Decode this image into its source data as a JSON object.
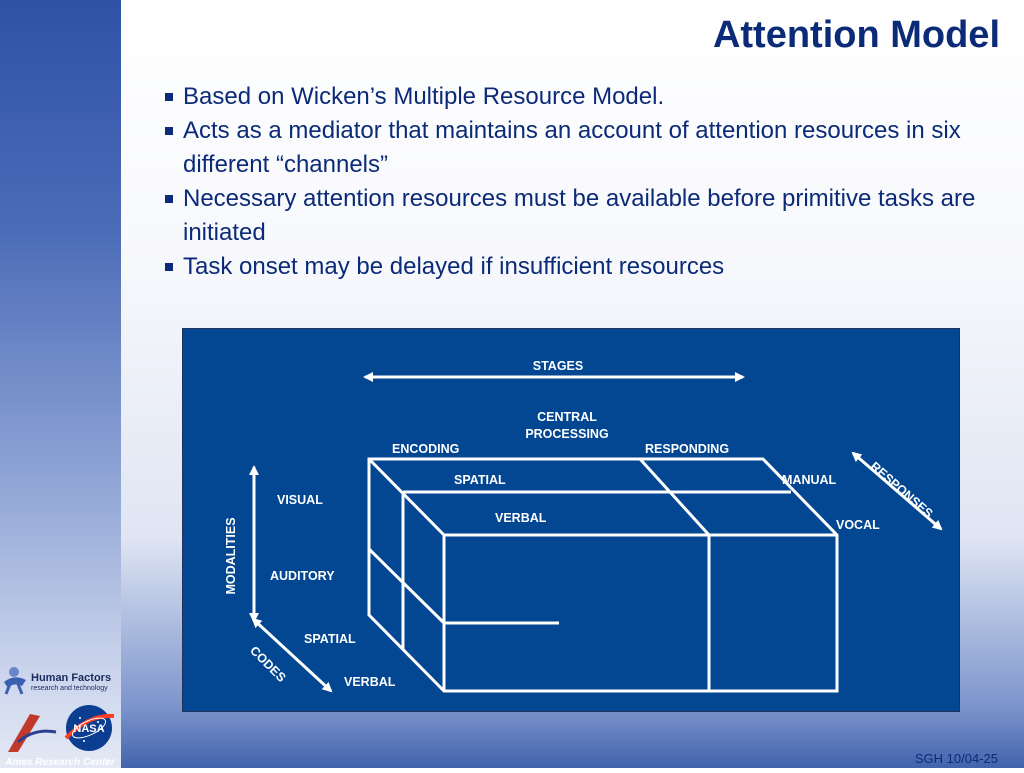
{
  "slide": {
    "title": "Attention Model",
    "bullets": [
      "Based on Wicken’s Multiple Resource Model.",
      "Acts as a mediator that maintains an account of attention resources in six different “channels”",
      "Necessary attention resources must be available before primitive tasks are initiated",
      "Task onset may be delayed if insufficient resources"
    ],
    "footer": "SGH 10/04-25"
  },
  "diagram": {
    "stages": "STAGES",
    "central_line1": "CENTRAL",
    "central_line2": "PROCESSING",
    "encoding": "ENCODING",
    "responding": "RESPONDING",
    "spatial_top": "SPATIAL",
    "verbal_top": "VERBAL",
    "manual": "MANUAL",
    "vocal": "VOCAL",
    "responses": "RESPONSES",
    "modalities": "MODALITIES",
    "visual": "VISUAL",
    "auditory": "AUDITORY",
    "spatial_bottom": "SPATIAL",
    "verbal_bottom": "VERBAL",
    "codes": "CODES"
  },
  "logos": {
    "human_factors_title": "Human Factors",
    "human_factors_sub": "research and technology",
    "nasa": "NASA",
    "ames": "Ames Research Center"
  },
  "colors": {
    "title": "#0b2a78",
    "diagram_bg": "#034692",
    "sidebar_top": "#2f52a6"
  }
}
